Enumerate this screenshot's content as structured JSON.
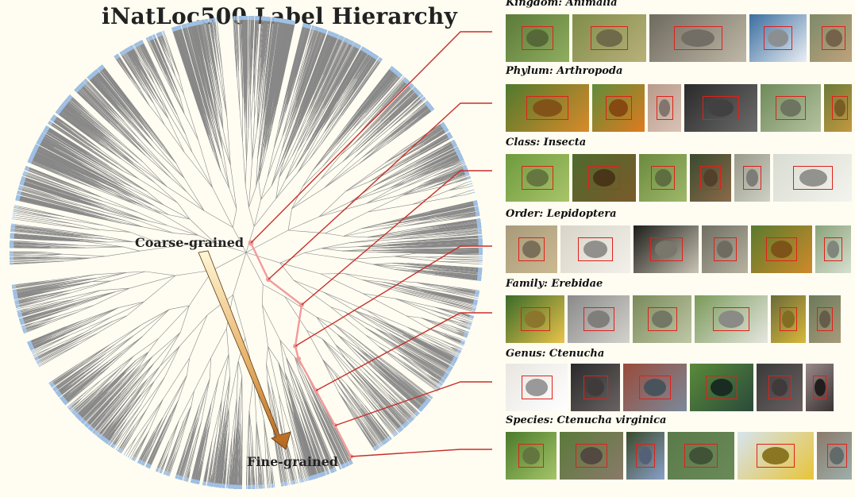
{
  "title": "iNatLoc500 Label Hierarchy",
  "labels": {
    "coarse": "Coarse-grained",
    "fine": "Fine-grained"
  },
  "colors": {
    "tree": "#888888",
    "leaves": "#9fc1e6",
    "path": "#f29a9a",
    "connector": "#c8302a",
    "box": "#e0201a"
  },
  "rows": [
    {
      "label": "Kingdom: Animalia",
      "thumbs": [
        [
          "#5c7a3a",
          "#8fae5e"
        ],
        [
          "#7f8d4a",
          "#b9b07a"
        ],
        [
          "#6e6a5e",
          "#bfb8a8"
        ],
        [
          "#3b6ea0",
          "#e9eef3"
        ],
        [
          "#7c8a6a",
          "#c2a47c"
        ]
      ]
    },
    {
      "label": "Phylum: Arthropoda",
      "thumbs": [
        [
          "#4f7a2e",
          "#d98a2a"
        ],
        [
          "#5f8c3a",
          "#e07a1e"
        ],
        [
          "#b89a8a",
          "#d9c3b6"
        ],
        [
          "#2a2a2a",
          "#6c6c6c"
        ],
        [
          "#6f8a5a",
          "#b5c2a0"
        ],
        [
          "#6b7a3a",
          "#c89a40"
        ]
      ]
    },
    {
      "label": "Class: Insecta",
      "thumbs": [
        [
          "#6e9a3e",
          "#a9c46a"
        ],
        [
          "#4e6a2e",
          "#7a5a2a"
        ],
        [
          "#6a8a3e",
          "#9fb86a"
        ],
        [
          "#3a4a2e",
          "#8a6a4a"
        ],
        [
          "#9a9a8a",
          "#cfd0c6"
        ],
        [
          "#d8dcd2",
          "#f4f4ee"
        ]
      ]
    },
    {
      "label": "Order: Lepidoptera",
      "thumbs": [
        [
          "#a89a7a",
          "#cbb992"
        ],
        [
          "#d8d4c8",
          "#f2f0ea"
        ],
        [
          "#1e1e1a",
          "#c9c4b4"
        ],
        [
          "#6e6e62",
          "#b8b2a0"
        ],
        [
          "#5a7a2e",
          "#d08a2a"
        ],
        [
          "#8aa27a",
          "#d7e0d0"
        ]
      ]
    },
    {
      "label": "Family: Erebidae",
      "thumbs": [
        [
          "#3a6a2a",
          "#e9c34a"
        ],
        [
          "#8a8a8a",
          "#d4d2cc"
        ],
        [
          "#7a8a5a",
          "#bfc7a6"
        ],
        [
          "#7a9a5a",
          "#e6e6e0"
        ],
        [
          "#6a6a3a",
          "#d9b83a"
        ],
        [
          "#6a7a5a",
          "#a89a7a"
        ]
      ]
    },
    {
      "label": "Genus: Ctenucha",
      "thumbs": [
        [
          "#e9e6e0",
          "#ffffff"
        ],
        [
          "#2a2a2a",
          "#6a6262"
        ],
        [
          "#9a4a3a",
          "#7a8a9a"
        ],
        [
          "#5a8a3a",
          "#2a4a3a"
        ],
        [
          "#3a3a3a",
          "#6a6060"
        ],
        [
          "#9a8a8a",
          "#3a3232"
        ]
      ]
    },
    {
      "label": "Species: Ctenucha virginica",
      "thumbs": [
        [
          "#4a7a2a",
          "#a6c46a"
        ],
        [
          "#5a7a3a",
          "#8a7a6a"
        ],
        [
          "#3a4a2a",
          "#8aa0c8"
        ],
        [
          "#5a7a4a",
          "#6a8a5a"
        ],
        [
          "#d6e4ee",
          "#e8c43a"
        ],
        [
          "#8a7a6a",
          "#a0b2b0"
        ]
      ]
    }
  ]
}
